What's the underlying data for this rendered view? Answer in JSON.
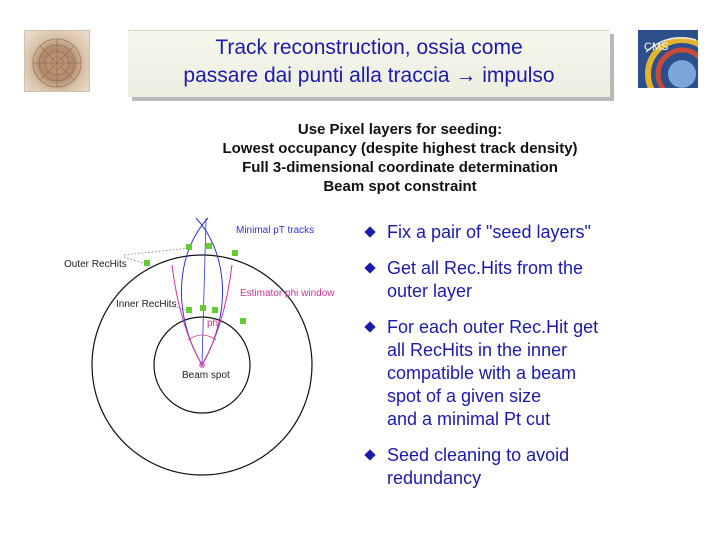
{
  "title": {
    "line1": "Track reconstruction, ossia come",
    "line2": "passare dai punti alla traccia → impulso"
  },
  "subheading": {
    "lines": [
      "Use Pixel layers for seeding:",
      "Lowest occupancy (despite highest track density)",
      "Full 3-dimensional coordinate determination",
      "Beam spot constraint"
    ]
  },
  "diagram": {
    "labels": {
      "minimal_pt_tracks": "Minimal pT tracks",
      "outer_rechits": "Outer RecHits",
      "inner_rechits": "Inner RecHits",
      "estimator_phi_window": "Estimator phi window",
      "phi": "phi",
      "beam_spot": "Beam spot"
    },
    "colors": {
      "circles": "#111111",
      "tracks": "#3333cc",
      "window": "#cc3399",
      "hits": "#66cc33"
    }
  },
  "bullets": [
    {
      "text": "Fix a pair of \"seed layers\""
    },
    {
      "text": "Get all Rec.Hits from the\nouter layer"
    },
    {
      "text": "For each outer Rec.Hit get\nall RecHits in the inner\ncompatible with a beam\nspot of a given size\nand a minimal Pt cut"
    },
    {
      "text": "Seed cleaning to avoid\nredundancy"
    }
  ],
  "logos": {
    "left": "tracker-logo",
    "right": "cms-logo"
  }
}
